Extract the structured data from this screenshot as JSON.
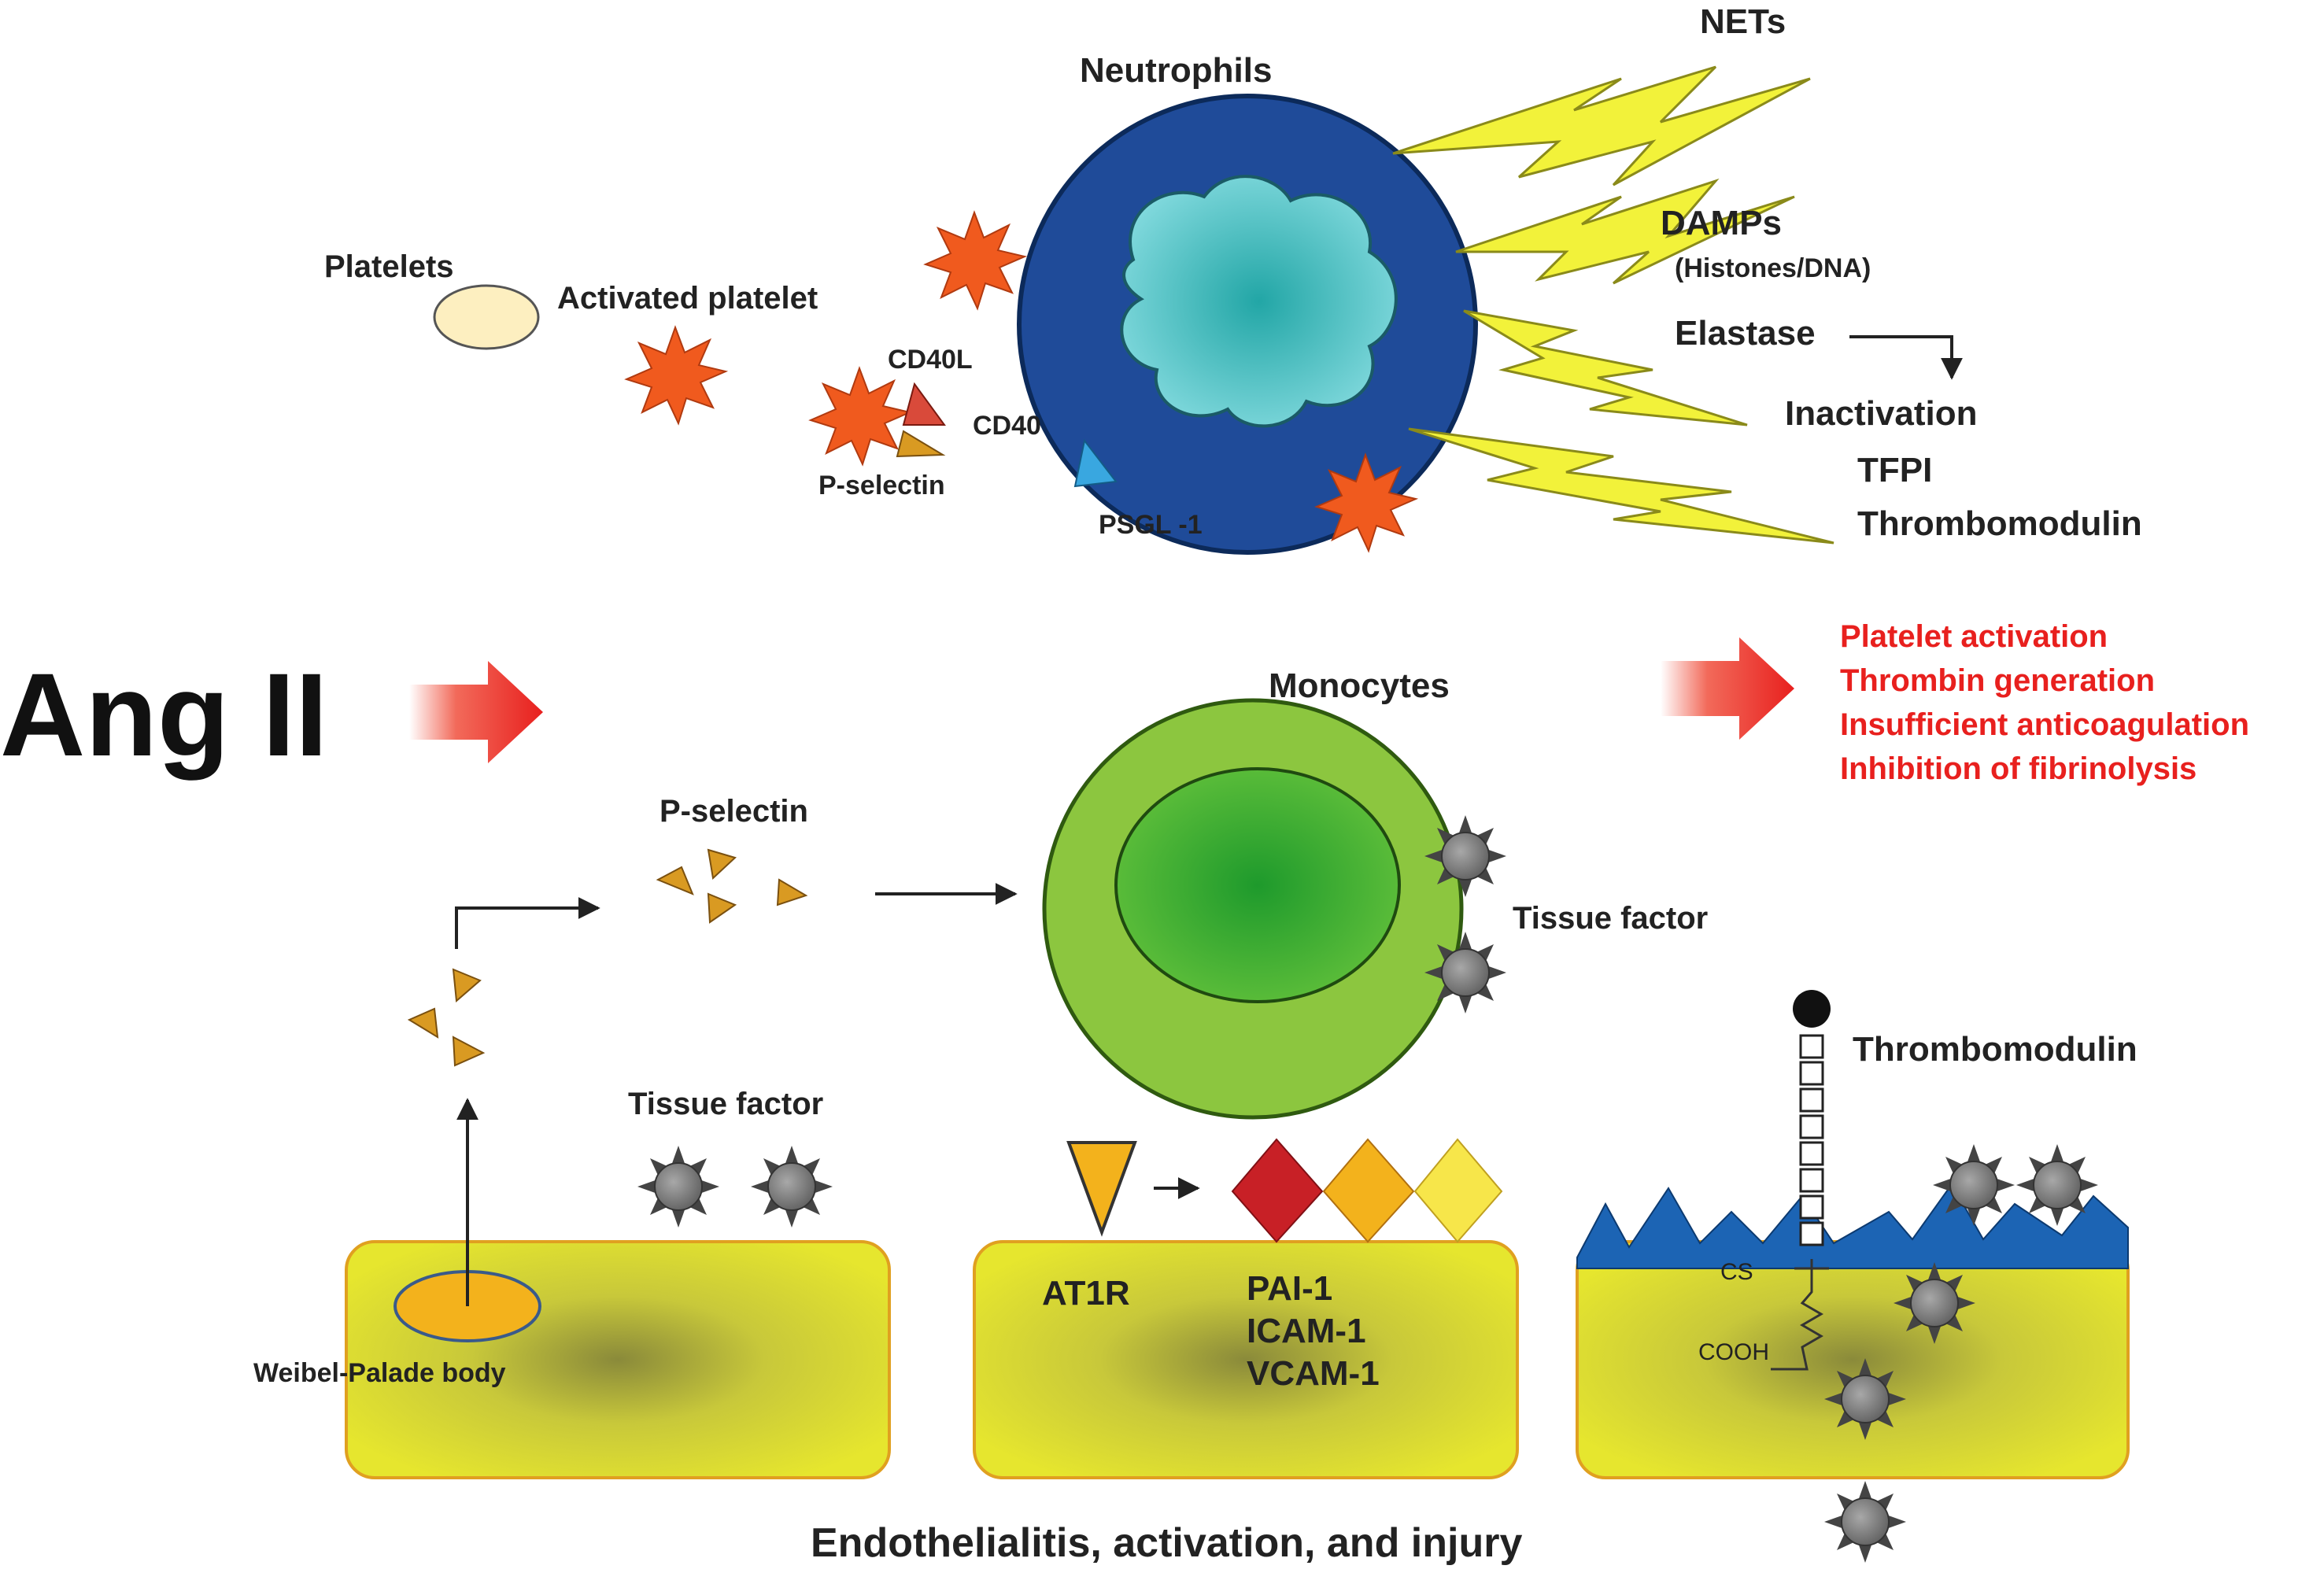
{
  "title": "Ang II",
  "neutrophil": {
    "label": "Neutrophils",
    "nets": "NETs",
    "damps": "DAMPs",
    "damps_detail": "(Histones/DNA)",
    "elastase": "Elastase",
    "inactivation": "Inactivation",
    "tfpi": "TFPI",
    "thrombomodulin": "Thrombomodulin",
    "platelets": "Platelets",
    "activated_platelet": "Activated platelet",
    "cd40l": "CD40L",
    "cd40": "CD40",
    "p_selectin": "P-selectin",
    "psgl1": "PSGL -1"
  },
  "outcomes": [
    "Platelet activation",
    "Thrombin generation",
    "Insufficient anticoagulation",
    "Inhibition of fibrinolysis"
  ],
  "monocyte": {
    "label": "Monocytes",
    "tissue_factor": "Tissue factor"
  },
  "endothelium": {
    "p_selectin": "P-selectin",
    "tissue_factor": "Tissue factor",
    "weibel_palade": "Weibel-Palade body",
    "at1r": "AT1R",
    "markers": [
      "PAI-1",
      "ICAM-1",
      "VCAM-1"
    ],
    "thrombomodulin": "Thrombomodulin",
    "cs": "CS",
    "cooh": "COOH",
    "caption": "Endothelialitis, activation, and injury"
  },
  "colors": {
    "accent_red": "#e8201e",
    "neutrophil_blue": "#1f4b99",
    "nucleus_cyan": "#4ec3c9",
    "monocyte_green": "#8cc63f",
    "cell_yellow": "#e3e22c",
    "net_yellow": "#f2f23a",
    "platelet_orange": "#f05a1e",
    "selectin_gold": "#d99a22",
    "tf_gray": "#8a8a8a"
  }
}
